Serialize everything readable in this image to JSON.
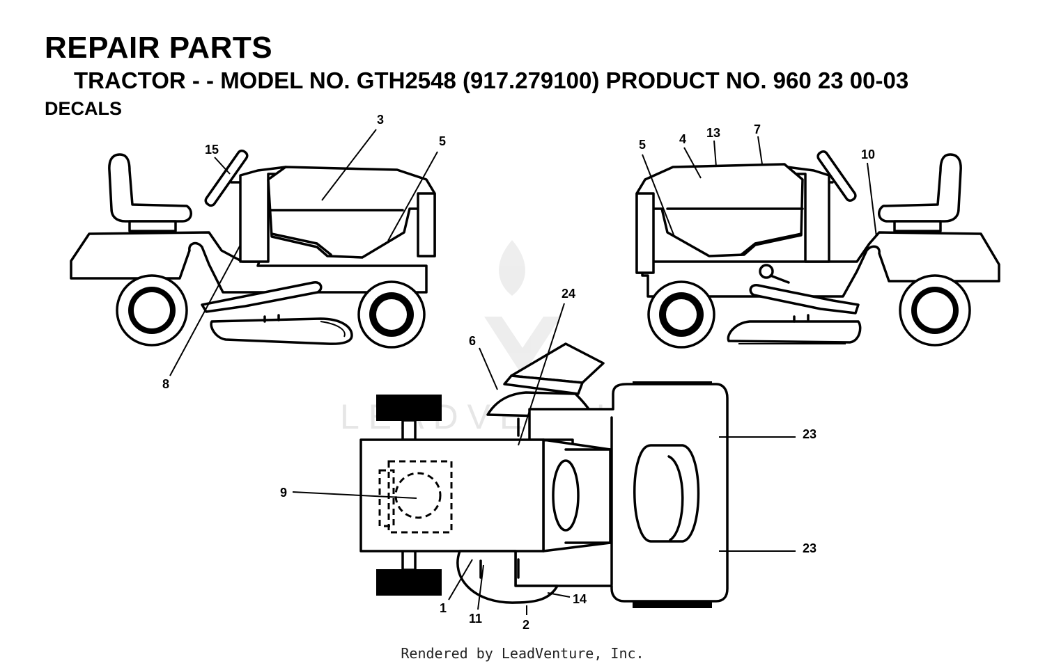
{
  "header": {
    "title": "REPAIR PARTS",
    "subtitle": "TRACTOR - - MODEL NO. GTH2548 (917.279100) PRODUCT NO. 960 23 00-03",
    "section": "DECALS"
  },
  "watermark": "LEADVENTURE",
  "footer": "Rendered by LeadVenture, Inc.",
  "callouts": {
    "left_view": [
      "3",
      "5",
      "15",
      "8"
    ],
    "right_view": [
      "5",
      "4",
      "13",
      "7",
      "10"
    ],
    "top_view": [
      "24",
      "6",
      "9",
      "23",
      "23",
      "1",
      "11",
      "2",
      "14"
    ]
  },
  "colors": {
    "line": "#000000",
    "watermark": "#e6e6e6"
  }
}
